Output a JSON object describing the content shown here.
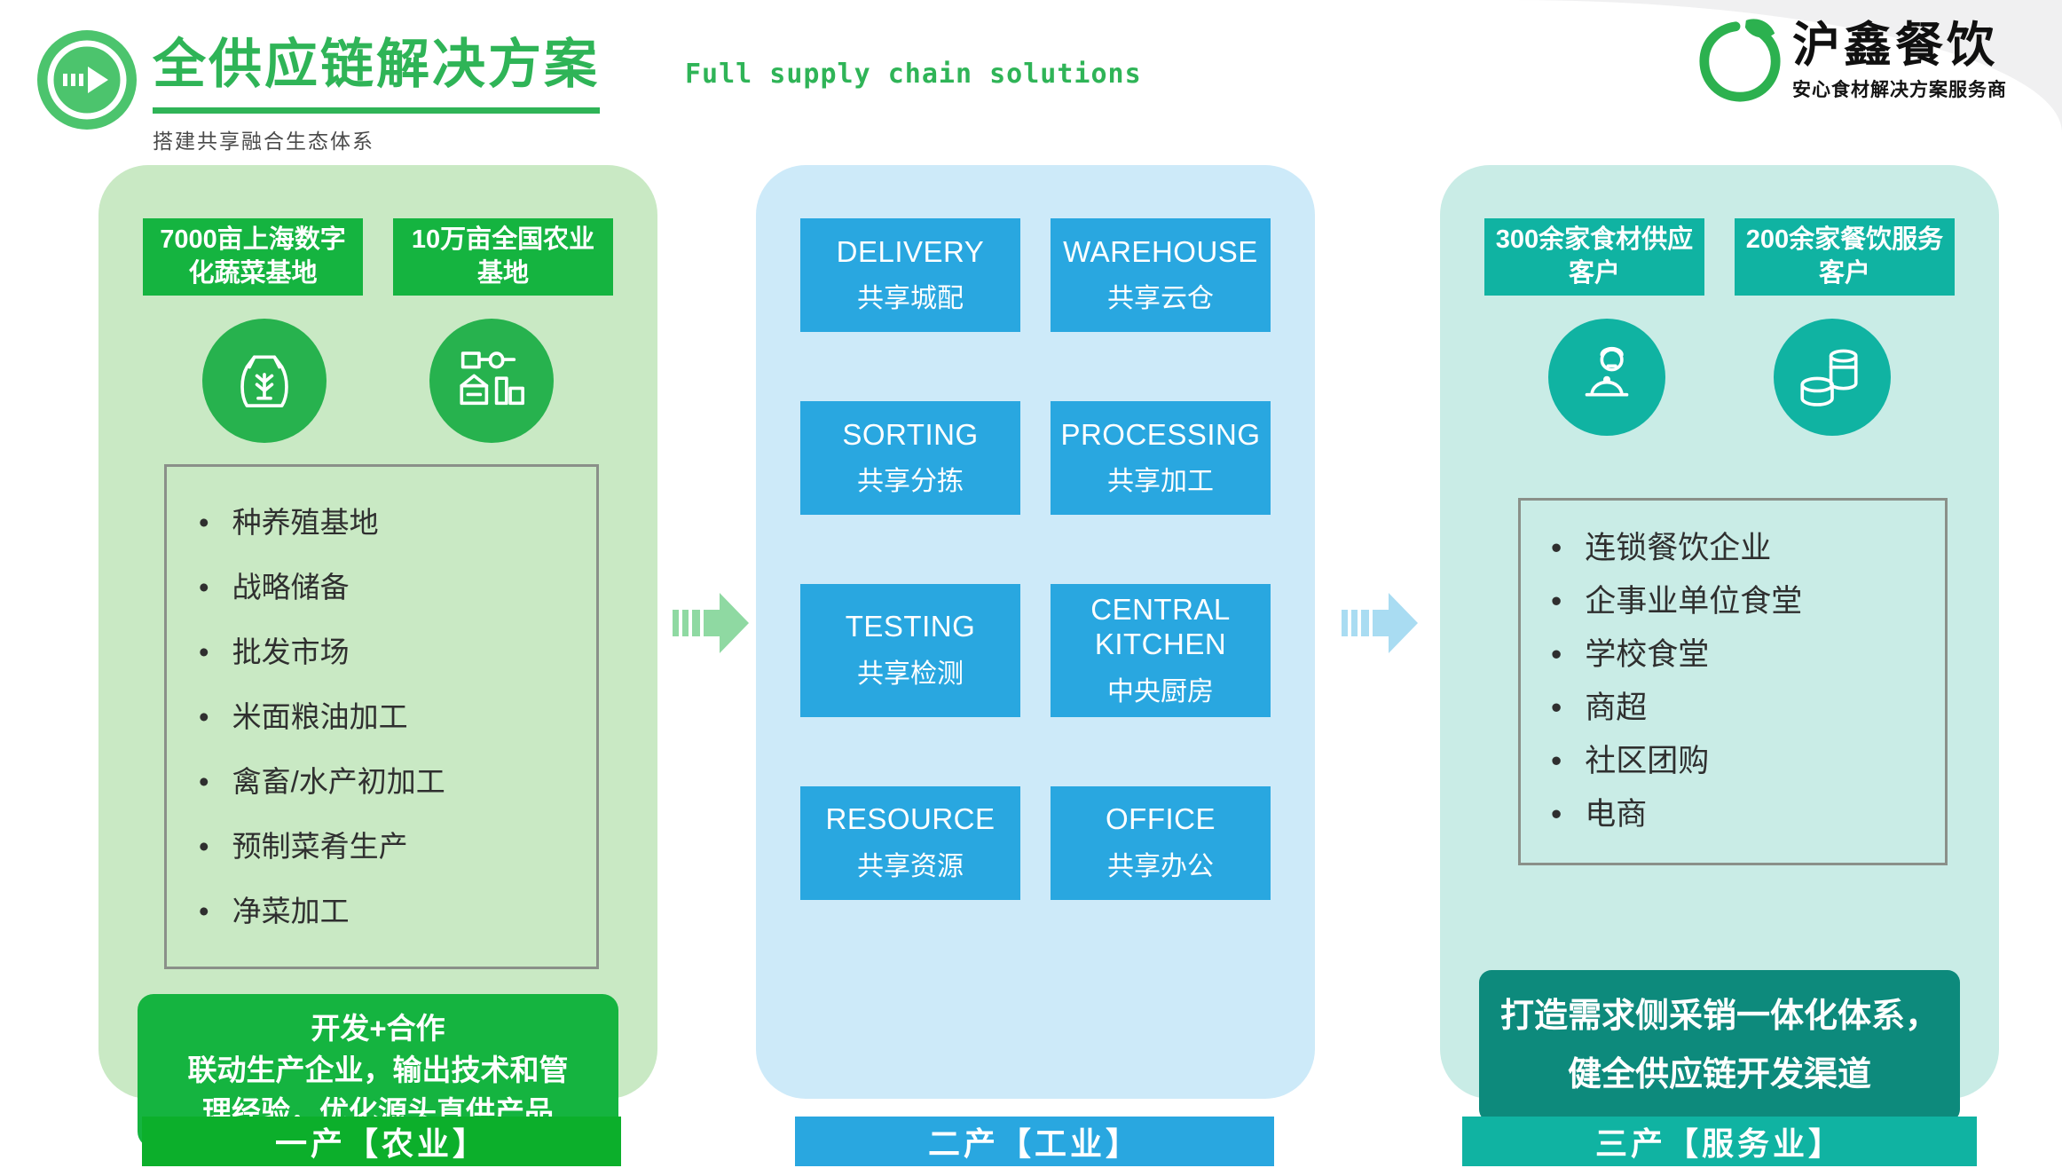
{
  "header": {
    "title": "全供应链解决方案",
    "subtitle": "搭建共享融合生态体系",
    "title_en": "Full supply chain solutions",
    "brand_name": "沪鑫餐饮",
    "brand_tagline": "安心食材解决方案服务商"
  },
  "agriculture": {
    "badge1": "7000亩上海数字化蔬菜基地",
    "badge2": "10万亩全国农业基地",
    "items": [
      "种养殖基地",
      "战略储备",
      "批发市场",
      "米面粮油加工",
      "禽畜/水产初加工",
      "预制菜肴生产",
      "净菜加工"
    ],
    "callout": "开发+合作\n联动生产企业，输出技术和管\n理经验，优化源头直供产品",
    "footer": "一产【农业】"
  },
  "industry": {
    "boxes": [
      {
        "title": "DELIVERY",
        "subtitle": "共享城配"
      },
      {
        "title": "WAREHOUSE",
        "subtitle": "共享云仓"
      },
      {
        "title": "SORTING",
        "subtitle": "共享分拣"
      },
      {
        "title": "PROCESSING",
        "subtitle": "共享加工"
      },
      {
        "title": "TESTING",
        "subtitle": "共享检测"
      },
      {
        "title": "CENTRAL KITCHEN",
        "subtitle": "中央厨房"
      },
      {
        "title": "RESOURCE",
        "subtitle": "共享资源"
      },
      {
        "title": "OFFICE",
        "subtitle": "共享办公"
      }
    ],
    "footer": "二产【工业】"
  },
  "services": {
    "badge1": "300余家食材供应客户",
    "badge2": "200余家餐饮服务客户",
    "items": [
      "连锁餐饮企业",
      "企事业单位食堂",
      "学校食堂",
      "商超",
      "社区团购",
      "电商"
    ],
    "callout": "打造需求侧采销一体化体系，\n健全供应链开发渠道",
    "footer": "三产【服务业】"
  },
  "colors": {
    "title_green": "#2fb457",
    "green": "#15b440",
    "green_circle": "#27b24e",
    "green_bar": "#0caf2b",
    "panel_green": "#c9e9c4",
    "blue": "#29a7e0",
    "panel_blue": "#cdeaf9",
    "teal": "#10b3a2",
    "teal_dark": "#0d8a7c",
    "panel_teal": "#c9ece6",
    "arrow_green": "#8fd9a2",
    "arrow_blue": "#a9dcf2"
  }
}
